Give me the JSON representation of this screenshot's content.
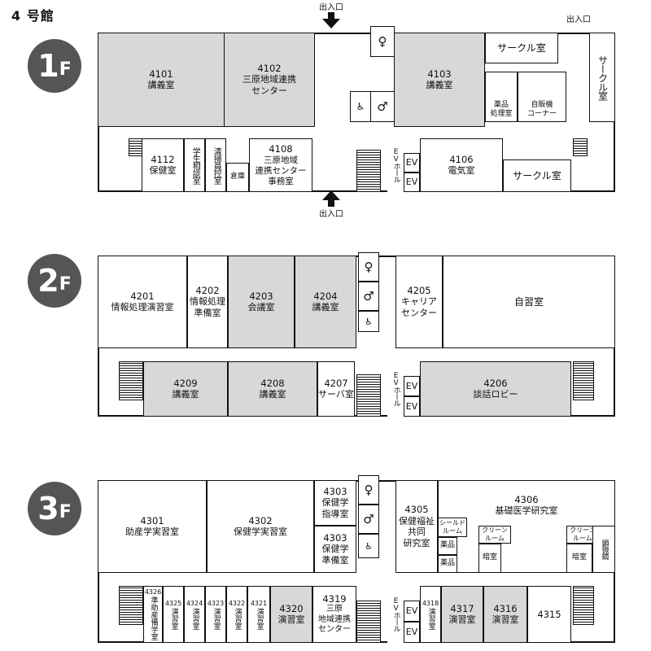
{
  "building_title": "4 号館",
  "entrance_label": "出入口",
  "floors": {
    "f1": {
      "badge": {
        "n": "1",
        "f": "F"
      },
      "rooms": {
        "r4101": {
          "num": "4101",
          "name": "講義室"
        },
        "r4102": {
          "num": "4102",
          "name": "三原地域連携\nセンター"
        },
        "r4103": {
          "num": "4103",
          "name": "講義室"
        },
        "circle1": "サークル室",
        "circle2": "サークル室",
        "circle3": "サークル室",
        "drug": "薬品\n処理室",
        "vending": "自販機\nコーナー",
        "r4112": {
          "num": "4112",
          "name": "保健室"
        },
        "consult": "学生相談室",
        "cleaner": "清掃員控室",
        "storage": "倉庫",
        "r4108": {
          "num": "4108",
          "name": "三原地域\n連携センター\n事務室"
        },
        "evhall": "EVホール",
        "ev1": "EV",
        "ev2": "EV",
        "r4106": {
          "num": "4106",
          "name": "電気室"
        }
      }
    },
    "f2": {
      "badge": {
        "n": "2",
        "f": "F"
      },
      "rooms": {
        "r4201": {
          "num": "4201",
          "name": "情報処理演習室"
        },
        "r4202": {
          "num": "4202",
          "name": "情報処理\n準備室"
        },
        "r4203": {
          "num": "4203",
          "name": "会議室"
        },
        "r4204": {
          "num": "4204",
          "name": "講義室"
        },
        "r4205": {
          "num": "4205",
          "name": "キャリア\nセンター"
        },
        "selfstudy": "自習室",
        "r4209": {
          "num": "4209",
          "name": "講義室"
        },
        "r4208": {
          "num": "4208",
          "name": "講義室"
        },
        "r4207": {
          "num": "4207",
          "name": "サーバ室"
        },
        "evhall": "EVホール",
        "ev1": "EV",
        "ev2": "EV",
        "r4206": {
          "num": "4206",
          "name": "談話ロビー"
        }
      }
    },
    "f3": {
      "badge": {
        "n": "3",
        "f": "F"
      },
      "rooms": {
        "r4301": {
          "num": "4301",
          "name": "助産学実習室"
        },
        "r4302": {
          "num": "4302",
          "name": "保健学実習室"
        },
        "r4303a": {
          "num": "4303",
          "name": "保健学\n指導室"
        },
        "r4303b": {
          "num": "4303",
          "name": "保健学\n準備室"
        },
        "r4305": {
          "num": "4305",
          "name": "保健福祉\n共同\n研究室"
        },
        "r4306": {
          "num": "4306",
          "name": "基礎医学研究室"
        },
        "shield": "シールド\nルーム",
        "drug1": "薬品",
        "drug2": "薬品",
        "clean1": "クリーン\nルーム",
        "clean2": "クリーン\nルーム",
        "dark1": "暗室",
        "dark2": "暗室",
        "microscope": "顕微鏡",
        "r4326": {
          "num": "4326",
          "name": "準助産備学室"
        },
        "r4325": {
          "num": "4325",
          "name": "演習室"
        },
        "r4324": {
          "num": "4324",
          "name": "演習室"
        },
        "r4323": {
          "num": "4323",
          "name": "演習室"
        },
        "r4322": {
          "num": "4322",
          "name": "演習室"
        },
        "r4321": {
          "num": "4321",
          "name": "演習室"
        },
        "r4320": {
          "num": "4320",
          "name": "演習室"
        },
        "r4319": {
          "num": "4319",
          "name": "三原\n地域連携\nセンター"
        },
        "evhall": "EVホール",
        "ev1": "EV",
        "ev2": "EV",
        "r4318": {
          "num": "4318",
          "name": "演習室"
        },
        "r4317": {
          "num": "4317",
          "name": "演習室"
        },
        "r4316": {
          "num": "4316",
          "name": "演習室"
        },
        "r4315": {
          "num": "4315",
          "name": ""
        }
      }
    }
  },
  "icons": {
    "female": "female-toilet-icon",
    "male": "male-toilet-icon",
    "accessible": "wheelchair-icon",
    "ostomate": "ostomate-icon"
  },
  "colors": {
    "room_shaded": "#d8d8d8",
    "badge": "#555555",
    "wall": "#111111"
  }
}
